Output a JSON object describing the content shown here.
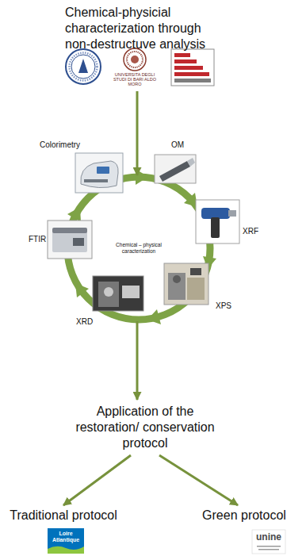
{
  "diagram": {
    "nodes": [
      {
        "text": [
          "Chemical-physicial characterization through non-destructuve analysis"
        ]
      },
      {
        "text": [
          "Chemical – physical caracterization"
        ]
      },
      {
        "text": [
          "Application of the restoration/ conservation protocol"
        ]
      },
      {
        "text": [
          "Traditional protocol"
        ]
      },
      {
        "text": [
          "Green protocol"
        ]
      }
    ],
    "edges": [
      {
        "from": 0,
        "to": 1,
        "arrow": "to"
      },
      {
        "from": 1,
        "to": 2,
        "arrow": "to"
      },
      {
        "from": 2,
        "to": 3,
        "arrow": "to"
      },
      {
        "from": 2,
        "to": 4,
        "arrow": "to"
      }
    ],
    "labels": [
      "UNIVERSITA DEGLI STUDI DI BARI ALDO MORO",
      "Colorimetry",
      "OM",
      "XRF",
      "XPS",
      "XRD",
      "FTIR",
      "Loire Atlantique",
      "unine"
    ]
  }
}
